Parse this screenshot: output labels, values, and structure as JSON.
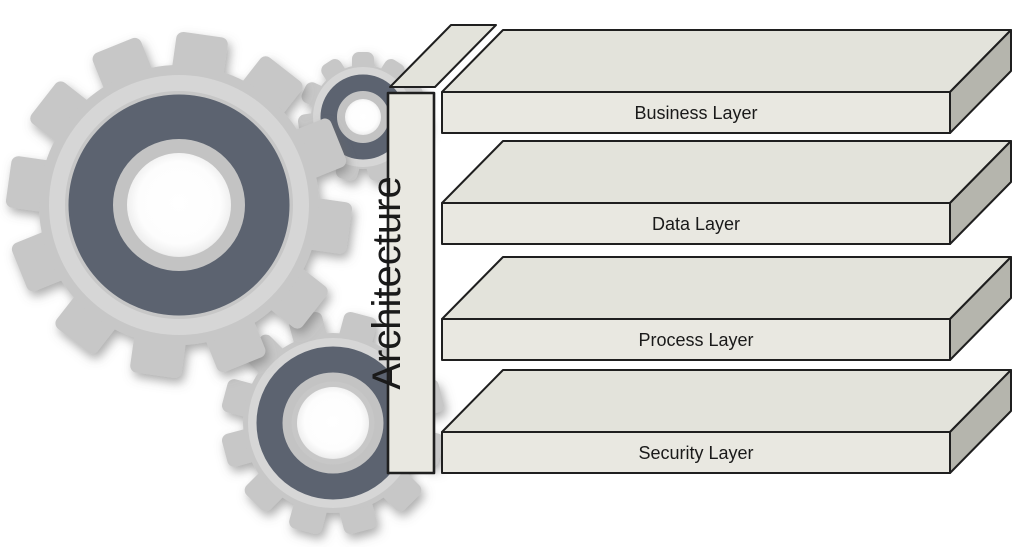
{
  "diagram": {
    "bar_label": "Architecture",
    "layers": [
      {
        "label": "Business Layer"
      },
      {
        "label": "Data Layer"
      },
      {
        "label": "Process Layer"
      },
      {
        "label": "Security Layer"
      }
    ]
  },
  "icons": {
    "gear_large": "gear-icon",
    "gear_small_top": "gear-icon",
    "gear_bottom": "gear-icon"
  },
  "colors": {
    "background": "#ffffff",
    "box_face": "#e9e8e1",
    "box_top": "#e3e3db",
    "box_side": "#b5b5ad",
    "outline": "#1f1f1f",
    "text": "#1a1a1a",
    "gear_body": "#c7c7c7",
    "gear_ring_dark": "#5b6370",
    "gear_ring_inner": "#c3c3c3",
    "gear_highlight": "#d6d6d6"
  }
}
